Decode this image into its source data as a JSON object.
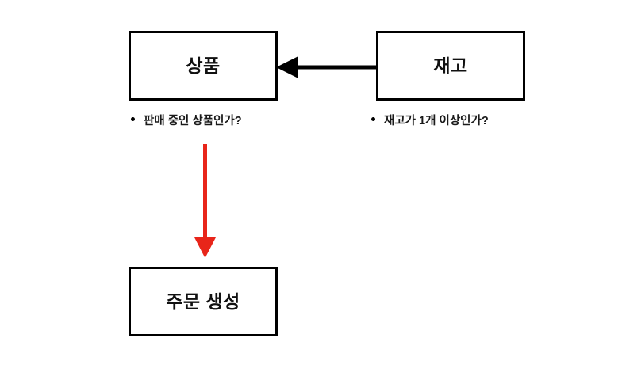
{
  "diagram": {
    "type": "entity-relationship-flow",
    "background_color": "#ffffff",
    "nodes": [
      {
        "id": "product",
        "label": "상품",
        "border_color": "#000000",
        "fill_color": "#ffffff"
      },
      {
        "id": "stock",
        "label": "재고",
        "border_color": "#000000",
        "fill_color": "#ffffff"
      },
      {
        "id": "order",
        "label": "주문 생성",
        "border_color": "#000000",
        "fill_color": "#ffffff"
      }
    ],
    "notes": [
      {
        "id": "product-note",
        "bullet": "•",
        "text": "판매 중인 상품인가?",
        "color": "#1a1a1a"
      },
      {
        "id": "stock-note",
        "bullet": "•",
        "text": "재고가 1개 이상인가?",
        "color": "#1a1a1a"
      }
    ],
    "connectors": [
      {
        "id": "stock-to-product",
        "from": "stock",
        "to": "product",
        "direction": "left",
        "color": "#000000",
        "style": "solid",
        "label": ""
      },
      {
        "id": "product-to-order",
        "from": "product",
        "to": "order",
        "direction": "down",
        "color": "#e8251a",
        "style": "solid",
        "label": ""
      }
    ]
  }
}
